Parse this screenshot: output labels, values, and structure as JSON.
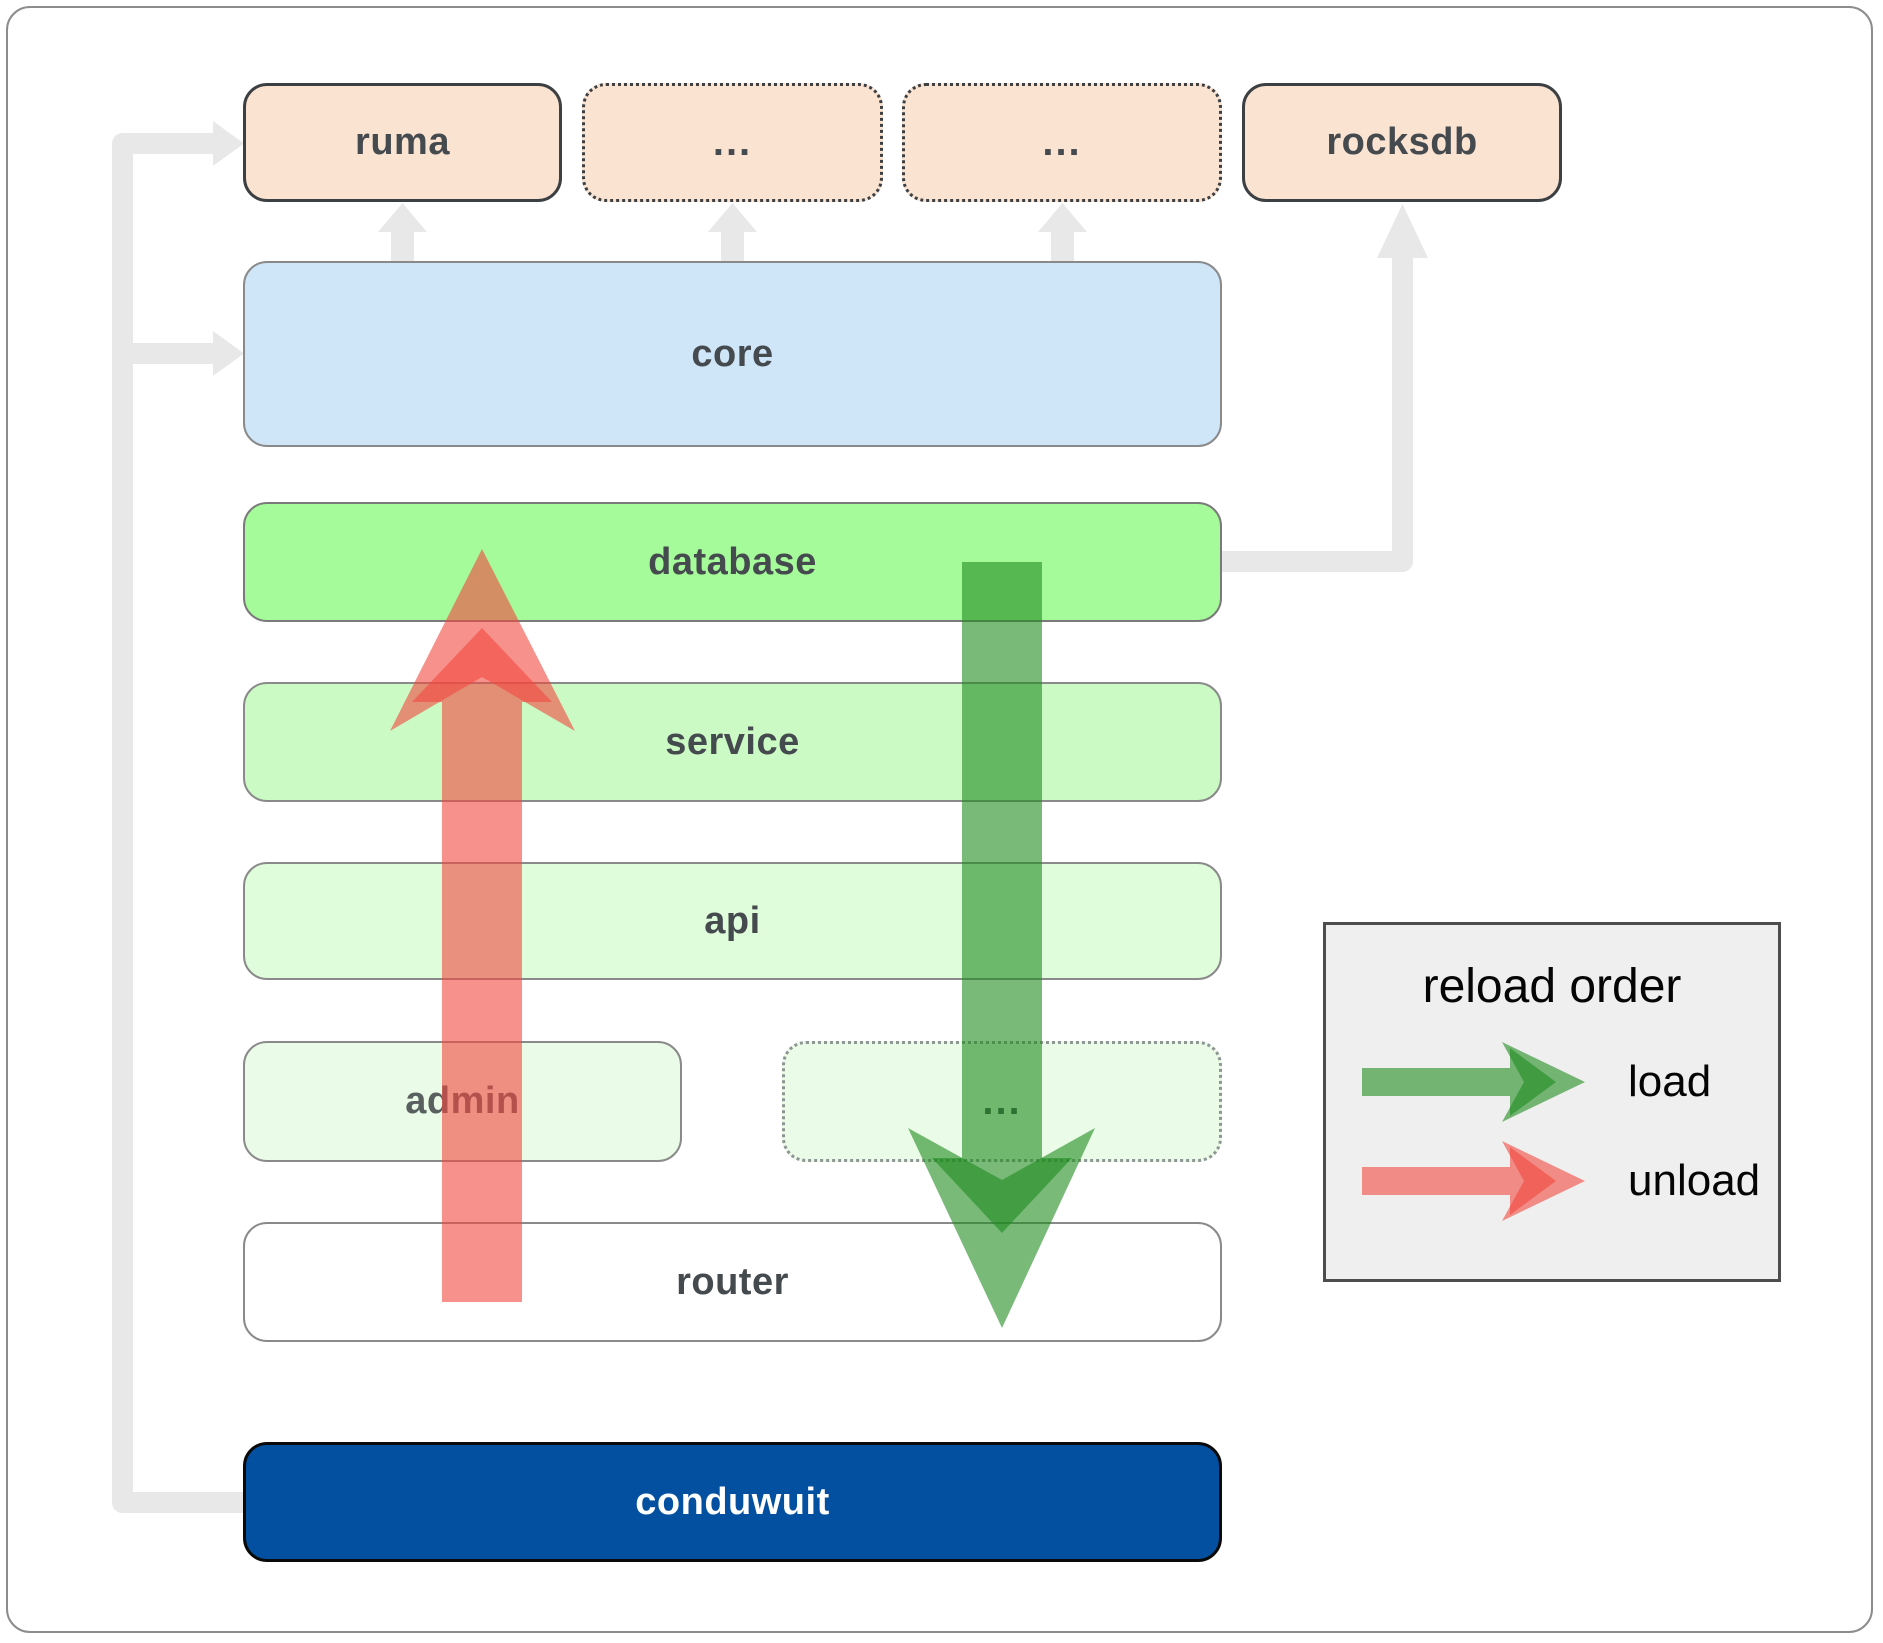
{
  "boxes": {
    "ruma": {
      "label": "ruma"
    },
    "dep2": {
      "label": "..."
    },
    "dep3": {
      "label": "..."
    },
    "rocksdb": {
      "label": "rocksdb"
    },
    "core": {
      "label": "core"
    },
    "database": {
      "label": "database"
    },
    "service": {
      "label": "service"
    },
    "api": {
      "label": "api"
    },
    "admin": {
      "label": "admin"
    },
    "admin_more": {
      "label": "..."
    },
    "router": {
      "label": "router"
    },
    "conduwuit": {
      "label": "conduwuit"
    }
  },
  "legend": {
    "title": "reload order",
    "items": [
      {
        "label": "load",
        "color": "#1f8c1f"
      },
      {
        "label": "unload",
        "color": "#f2473f"
      }
    ]
  },
  "colors": {
    "load_green": "#1f8c1f",
    "unload_red": "#f2473f",
    "connector_gray": "#e8e8e8",
    "brand_blue": "#0450a0",
    "dependency_peach": "#fbe3d2",
    "core_blue": "#cfe5f8",
    "database_green": "#a5fb99",
    "service_green": "#cbfac5",
    "api_green": "#dffcdb",
    "admin_green": "#eafbe7"
  }
}
